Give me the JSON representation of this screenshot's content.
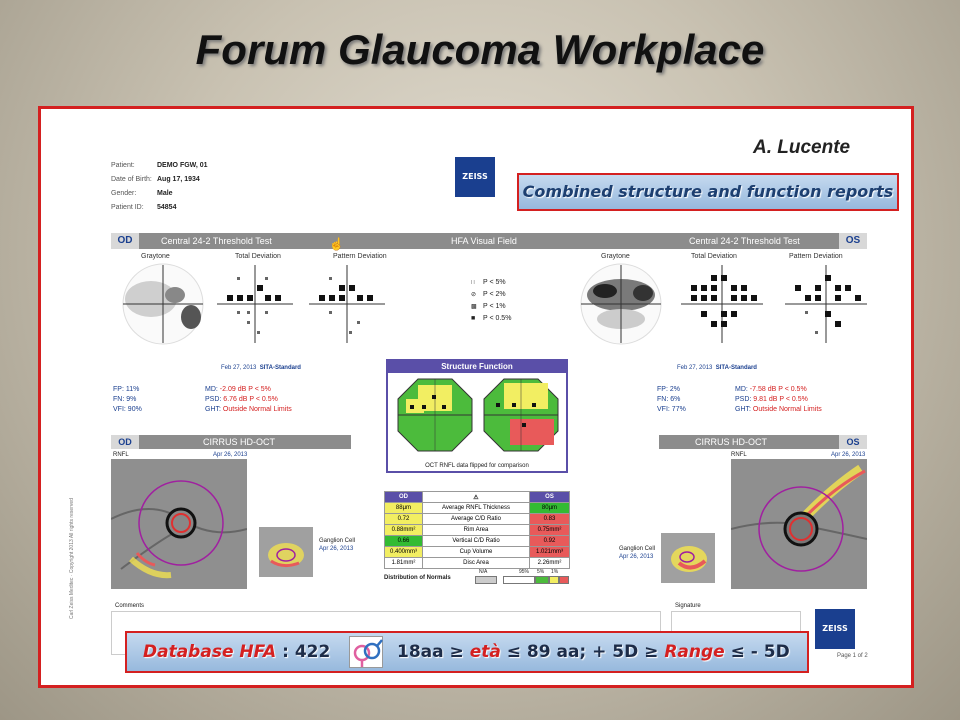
{
  "slide": {
    "title": "Forum Glaucoma Workplace",
    "author": "A. Lucente",
    "banner": "Combined structure and function reports"
  },
  "patient": {
    "fields": [
      {
        "label": "Patient:",
        "value": "DEMO FGW, 01"
      },
      {
        "label": "Date of Birth:",
        "value": "Aug 17, 1934"
      },
      {
        "label": "Gender:",
        "value": "Male"
      },
      {
        "label": "Patient ID:",
        "value": "54854"
      }
    ]
  },
  "brand": {
    "logo_text": "ZEISS",
    "logo_color": "#1a3f8f"
  },
  "hfa": {
    "od_tag": "OD",
    "os_tag": "OS",
    "left_test": "Central 24-2 Threshold Test",
    "center_title": "HFA Visual Field",
    "right_test": "Central 24-2 Threshold Test",
    "plot_labels": {
      "graytone": "Graytone",
      "total": "Total Deviation",
      "pattern": "Pattern Deviation"
    },
    "legend": [
      "P < 5%",
      "P < 2%",
      "P < 1%",
      "P < 0.5%"
    ],
    "od": {
      "date": "Feb 27, 2013",
      "strategy": "SITA-Standard",
      "fp": "11%",
      "fn": "9%",
      "vfi": "90%",
      "md": "-2.09 dB P < 5%",
      "psd": "6.76 dB P < 0.5%",
      "ght": "Outside Normal Limits"
    },
    "os": {
      "date": "Feb 27, 2013",
      "strategy": "SITA-Standard",
      "fp": "2%",
      "fn": "6%",
      "vfi": "77%",
      "md": "-7.58 dB P < 0.5%",
      "psd": "9.81 dB P < 0.5%",
      "ght": "Outside Normal Limits"
    },
    "stat_labels": {
      "fp": "FP:",
      "fn": "FN:",
      "vfi": "VFI:",
      "md": "MD:",
      "psd": "PSD:",
      "ght": "GHT:"
    }
  },
  "structure_function": {
    "title": "Structure Function",
    "note": "OCT RNFL data flipped for comparison"
  },
  "oct": {
    "od_tag": "OD",
    "os_tag": "OS",
    "title": "CIRRUS HD-OCT",
    "rnfl_label": "RNFL",
    "od_date": "Apr 26, 2013",
    "os_date": "Apr 26, 2013",
    "gc_label": "Ganglion Cell",
    "gc_date": "Apr 26, 2013"
  },
  "rnfl_table": {
    "headers": [
      "OD",
      "",
      "OS"
    ],
    "rows": [
      {
        "od": "88µm",
        "metric": "Average RNFL Thickness",
        "os": "80µm",
        "od_color": "#f2ee62",
        "os_color": "#33bb33"
      },
      {
        "od": "0.72",
        "metric": "Average C/D Ratio",
        "os": "0.83",
        "od_color": "#f2ee62",
        "os_color": "#e85a5a"
      },
      {
        "od": "0.88mm²",
        "metric": "Rim Area",
        "os": "0.75mm²",
        "od_color": "#f2ee62",
        "os_color": "#e85a5a"
      },
      {
        "od": "0.66",
        "metric": "Vertical C/D Ratio",
        "os": "0.92",
        "od_color": "#33bb33",
        "os_color": "#e85a5a"
      },
      {
        "od": "0.400mm³",
        "metric": "Cup Volume",
        "os": "1.021mm³",
        "od_color": "#f2ee62",
        "os_color": "#e85a5a"
      },
      {
        "od": "1.81mm²",
        "metric": "Disc Area",
        "os": "2.26mm²",
        "od_color": "#ffffff",
        "os_color": "#ffffff"
      }
    ]
  },
  "distribution": {
    "label": "Distribution of Normals",
    "keys": [
      "N/A",
      "95%",
      "5%",
      "1%"
    ]
  },
  "comments": {
    "left": "Comments",
    "right": "Signature",
    "page": "Page 1 of 2",
    "copyright": "Carl Zeiss Meditec · Copyright 2013 All rights reserved"
  },
  "database": {
    "prefix": "Database HFA",
    "sep": " : 422",
    "range_text": "18aa ≥ ",
    "eta": "età",
    "mid": " ≤ 89 aa; + 5D ≥ ",
    "range_word": "Range",
    "suffix": " ≤ - 5D"
  },
  "colors": {
    "frame": "#d42020",
    "accent": "#1a3f8f",
    "purple": "#5a4fa8"
  }
}
